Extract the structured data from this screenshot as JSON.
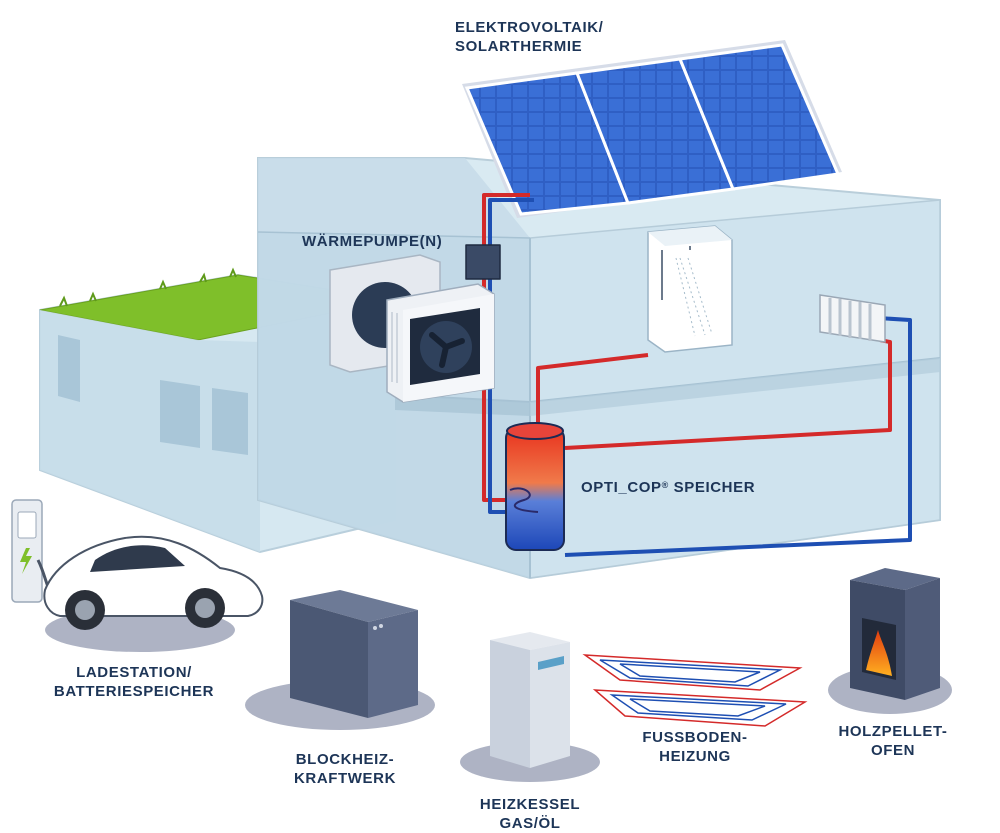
{
  "labels": {
    "solar": [
      "ELEKTROVOLTAIK/",
      "SOLARTHERMIE"
    ],
    "heatpump": "WÄRMEPUMPE(N)",
    "storage_pre": "OPTI_COP",
    "storage_reg": "®",
    "storage_post": " SPEICHER",
    "charging": [
      "LADESTATION/",
      "BATTERIESPEICHER"
    ],
    "chp": [
      "BLOCKHEIZ-",
      "KRAFTWERK"
    ],
    "boiler": [
      "HEIZKESSEL",
      "GAS/ÖL"
    ],
    "floor": [
      "FUSSBODEN-",
      "HEIZUNG"
    ],
    "stove": [
      "HOLZPELLET-",
      "OFEN"
    ]
  },
  "colors": {
    "text": "#1d3557",
    "hot_pipe": "#d42a2a",
    "cold_pipe": "#1e4fb3",
    "glass": "#cfe3ee",
    "roof_green": "#7fbf2a",
    "shadow": "#aeb3c4"
  }
}
